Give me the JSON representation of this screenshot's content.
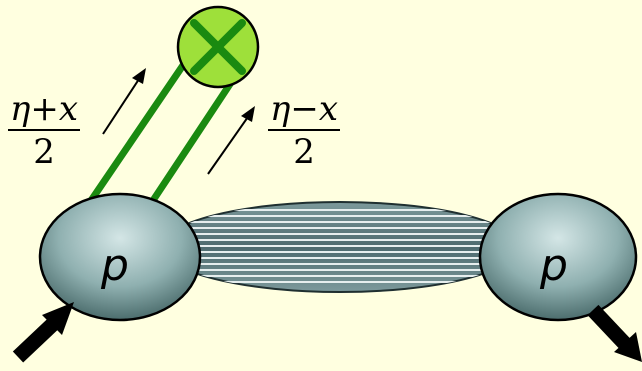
{
  "diagram": {
    "left_fraction": {
      "numerator": "η+x",
      "denominator": "2"
    },
    "right_fraction": {
      "numerator": "η−x",
      "denominator": "2"
    },
    "left_proton_label": "p",
    "right_proton_label": "p",
    "colors": {
      "background": "#ffffe0",
      "gluon_lines": "#1a8a10",
      "vertex_fill": "#9ee03a",
      "vertex_cross": "#1a8a10",
      "proton_fill_light": "#c9dede",
      "proton_fill_dark": "#3f6060",
      "ladder_fill": "#4d6a6e",
      "ladder_lines": "#e6eeee",
      "arrows": "#000000"
    }
  }
}
